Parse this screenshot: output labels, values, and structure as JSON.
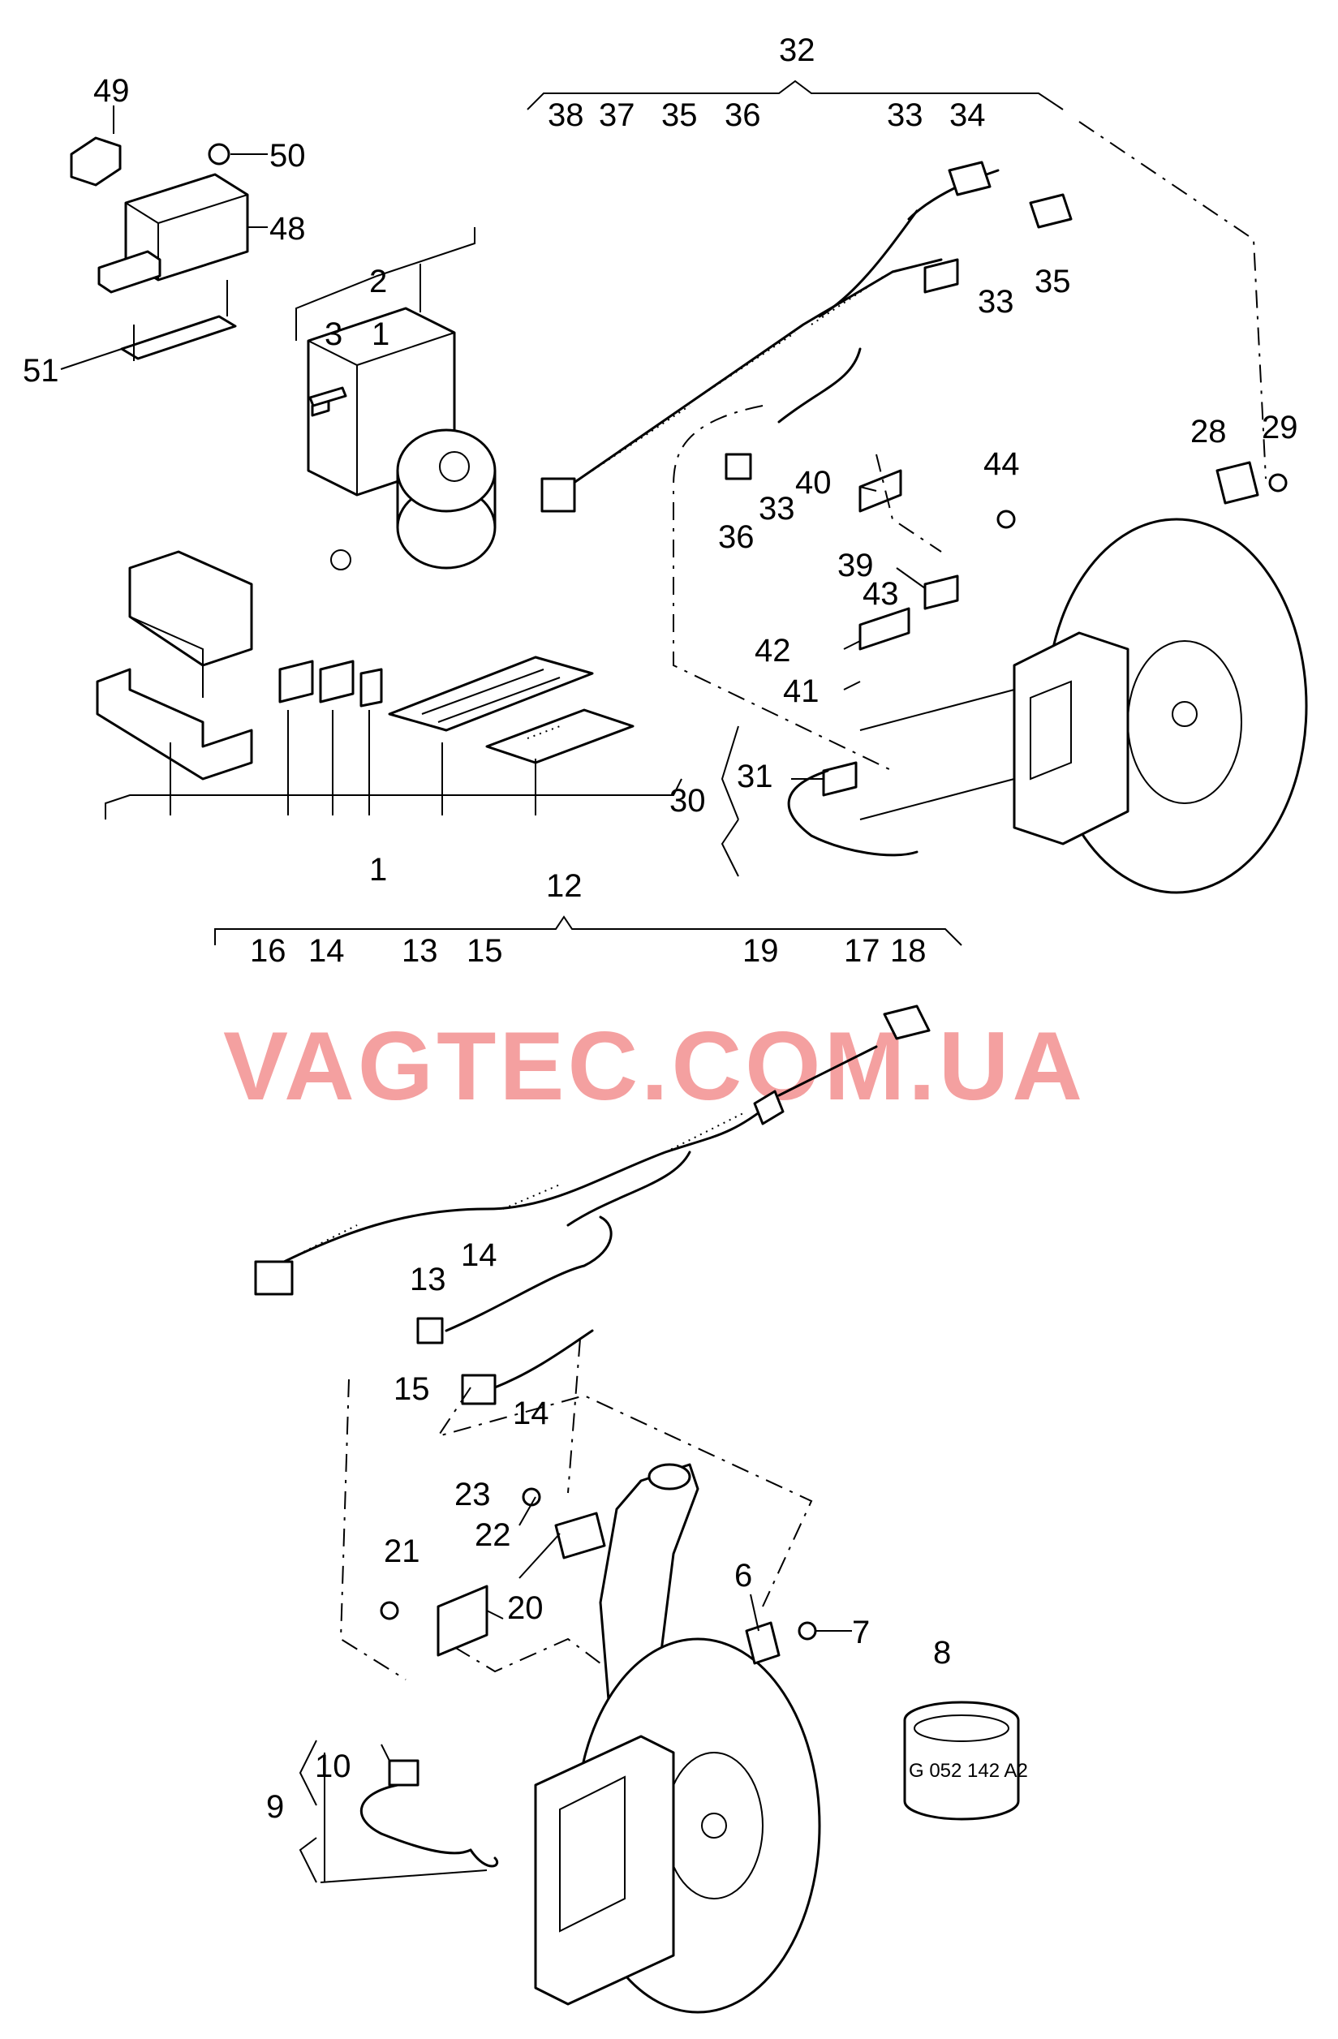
{
  "watermark": "VAGTEC.COM.UA",
  "tube_label": "G 052 142 A2",
  "callouts": {
    "n1": "1",
    "n1b": "1",
    "n2": "2",
    "n3": "3",
    "n6": "6",
    "n7": "7",
    "n8": "8",
    "n9": "9",
    "n10": "10",
    "n12": "12",
    "n13": "13",
    "n13b": "13",
    "n14": "14",
    "n14b": "14",
    "n14c": "14",
    "n15": "15",
    "n15b": "15",
    "n16": "16",
    "n17": "17",
    "n18": "18",
    "n19": "19",
    "n20": "20",
    "n21": "21",
    "n22": "22",
    "n23": "23",
    "n28": "28",
    "n29": "29",
    "n30": "30",
    "n31": "31",
    "n32": "32",
    "n33": "33",
    "n33b": "33",
    "n33c": "33",
    "n34": "34",
    "n35": "35",
    "n35b": "35",
    "n36": "36",
    "n36b": "36",
    "n37": "37",
    "n38": "38",
    "n39": "39",
    "n40": "40",
    "n41": "41",
    "n42": "42",
    "n43": "43",
    "n44": "44",
    "n48": "48",
    "n49": "49",
    "n50": "50",
    "n51": "51"
  }
}
